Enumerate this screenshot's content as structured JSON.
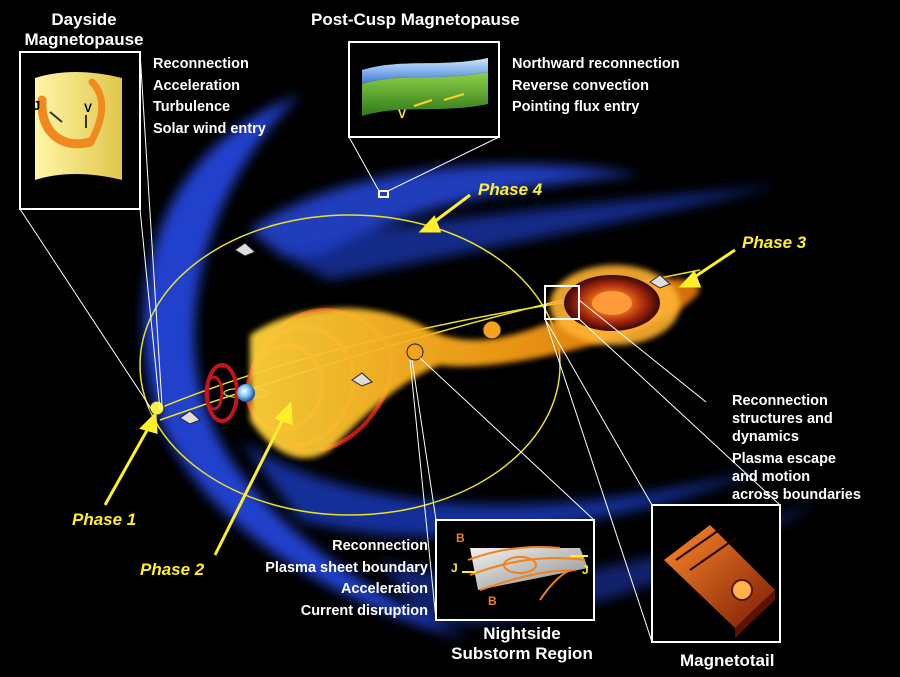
{
  "regions": {
    "dayside": {
      "title": [
        "Dayside",
        "Magnetopause"
      ],
      "items": [
        "Reconnection",
        "Acceleration",
        "Turbulence",
        "Solar wind entry"
      ]
    },
    "post_cusp": {
      "title": "Post-Cusp Magnetopause",
      "items": [
        "Northward reconnection",
        "Reverse convection",
        "Pointing flux entry"
      ]
    },
    "nightside": {
      "title": [
        "Nightside",
        "Substorm Region"
      ],
      "items": [
        "Reconnection",
        "Plasma sheet boundary",
        "Acceleration",
        "Current disruption"
      ]
    },
    "magnetotail": {
      "title": "Magnetotail",
      "items": [
        "Reconnection",
        "structures and",
        "dynamics",
        "Plasma escape",
        "and motion",
        "across boundaries"
      ]
    }
  },
  "phases": [
    "Phase 1",
    "Phase 2",
    "Phase 3",
    "Phase 4"
  ],
  "inset_labels": {
    "dayside_j": "J",
    "dayside_v": "V",
    "cusp_v": "V",
    "nightside_b_top": "B",
    "nightside_b_bottom": "B",
    "nightside_j_left": "J",
    "nightside_j_right": "J"
  },
  "colors": {
    "phase_text": "#ffef2a",
    "orbit": "#e8e22a",
    "bow_shock": "#1f3cc8",
    "field_lines": "#c2151b",
    "plasma_sheet": "#f5a21c",
    "background": "#000000"
  }
}
